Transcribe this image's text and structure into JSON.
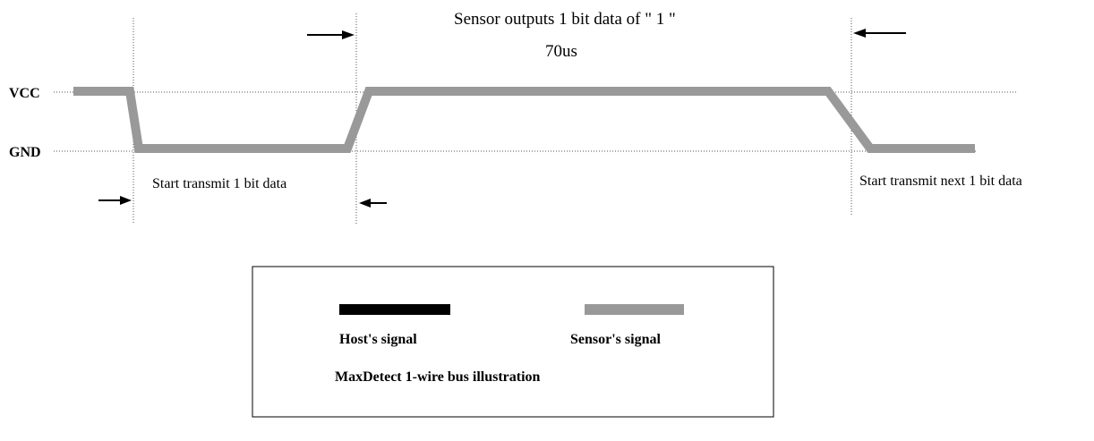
{
  "labels": {
    "vcc": "VCC",
    "gnd": "GND",
    "sensor_output_line1": "Sensor outputs 1 bit data of \" 1 \"",
    "sensor_output_line2": "70us",
    "start_transmit": "Start transmit 1 bit data",
    "start_transmit_next": "Start transmit next 1 bit data"
  },
  "legend": {
    "host_signal": "Host's signal",
    "sensor_signal": "Sensor's signal",
    "caption": "MaxDetect 1-wire bus illustration"
  },
  "colors": {
    "host_signal": "#000000",
    "sensor_signal": "#999999",
    "guide_line": "#555555",
    "text": "#000000",
    "background": "#ffffff"
  }
}
